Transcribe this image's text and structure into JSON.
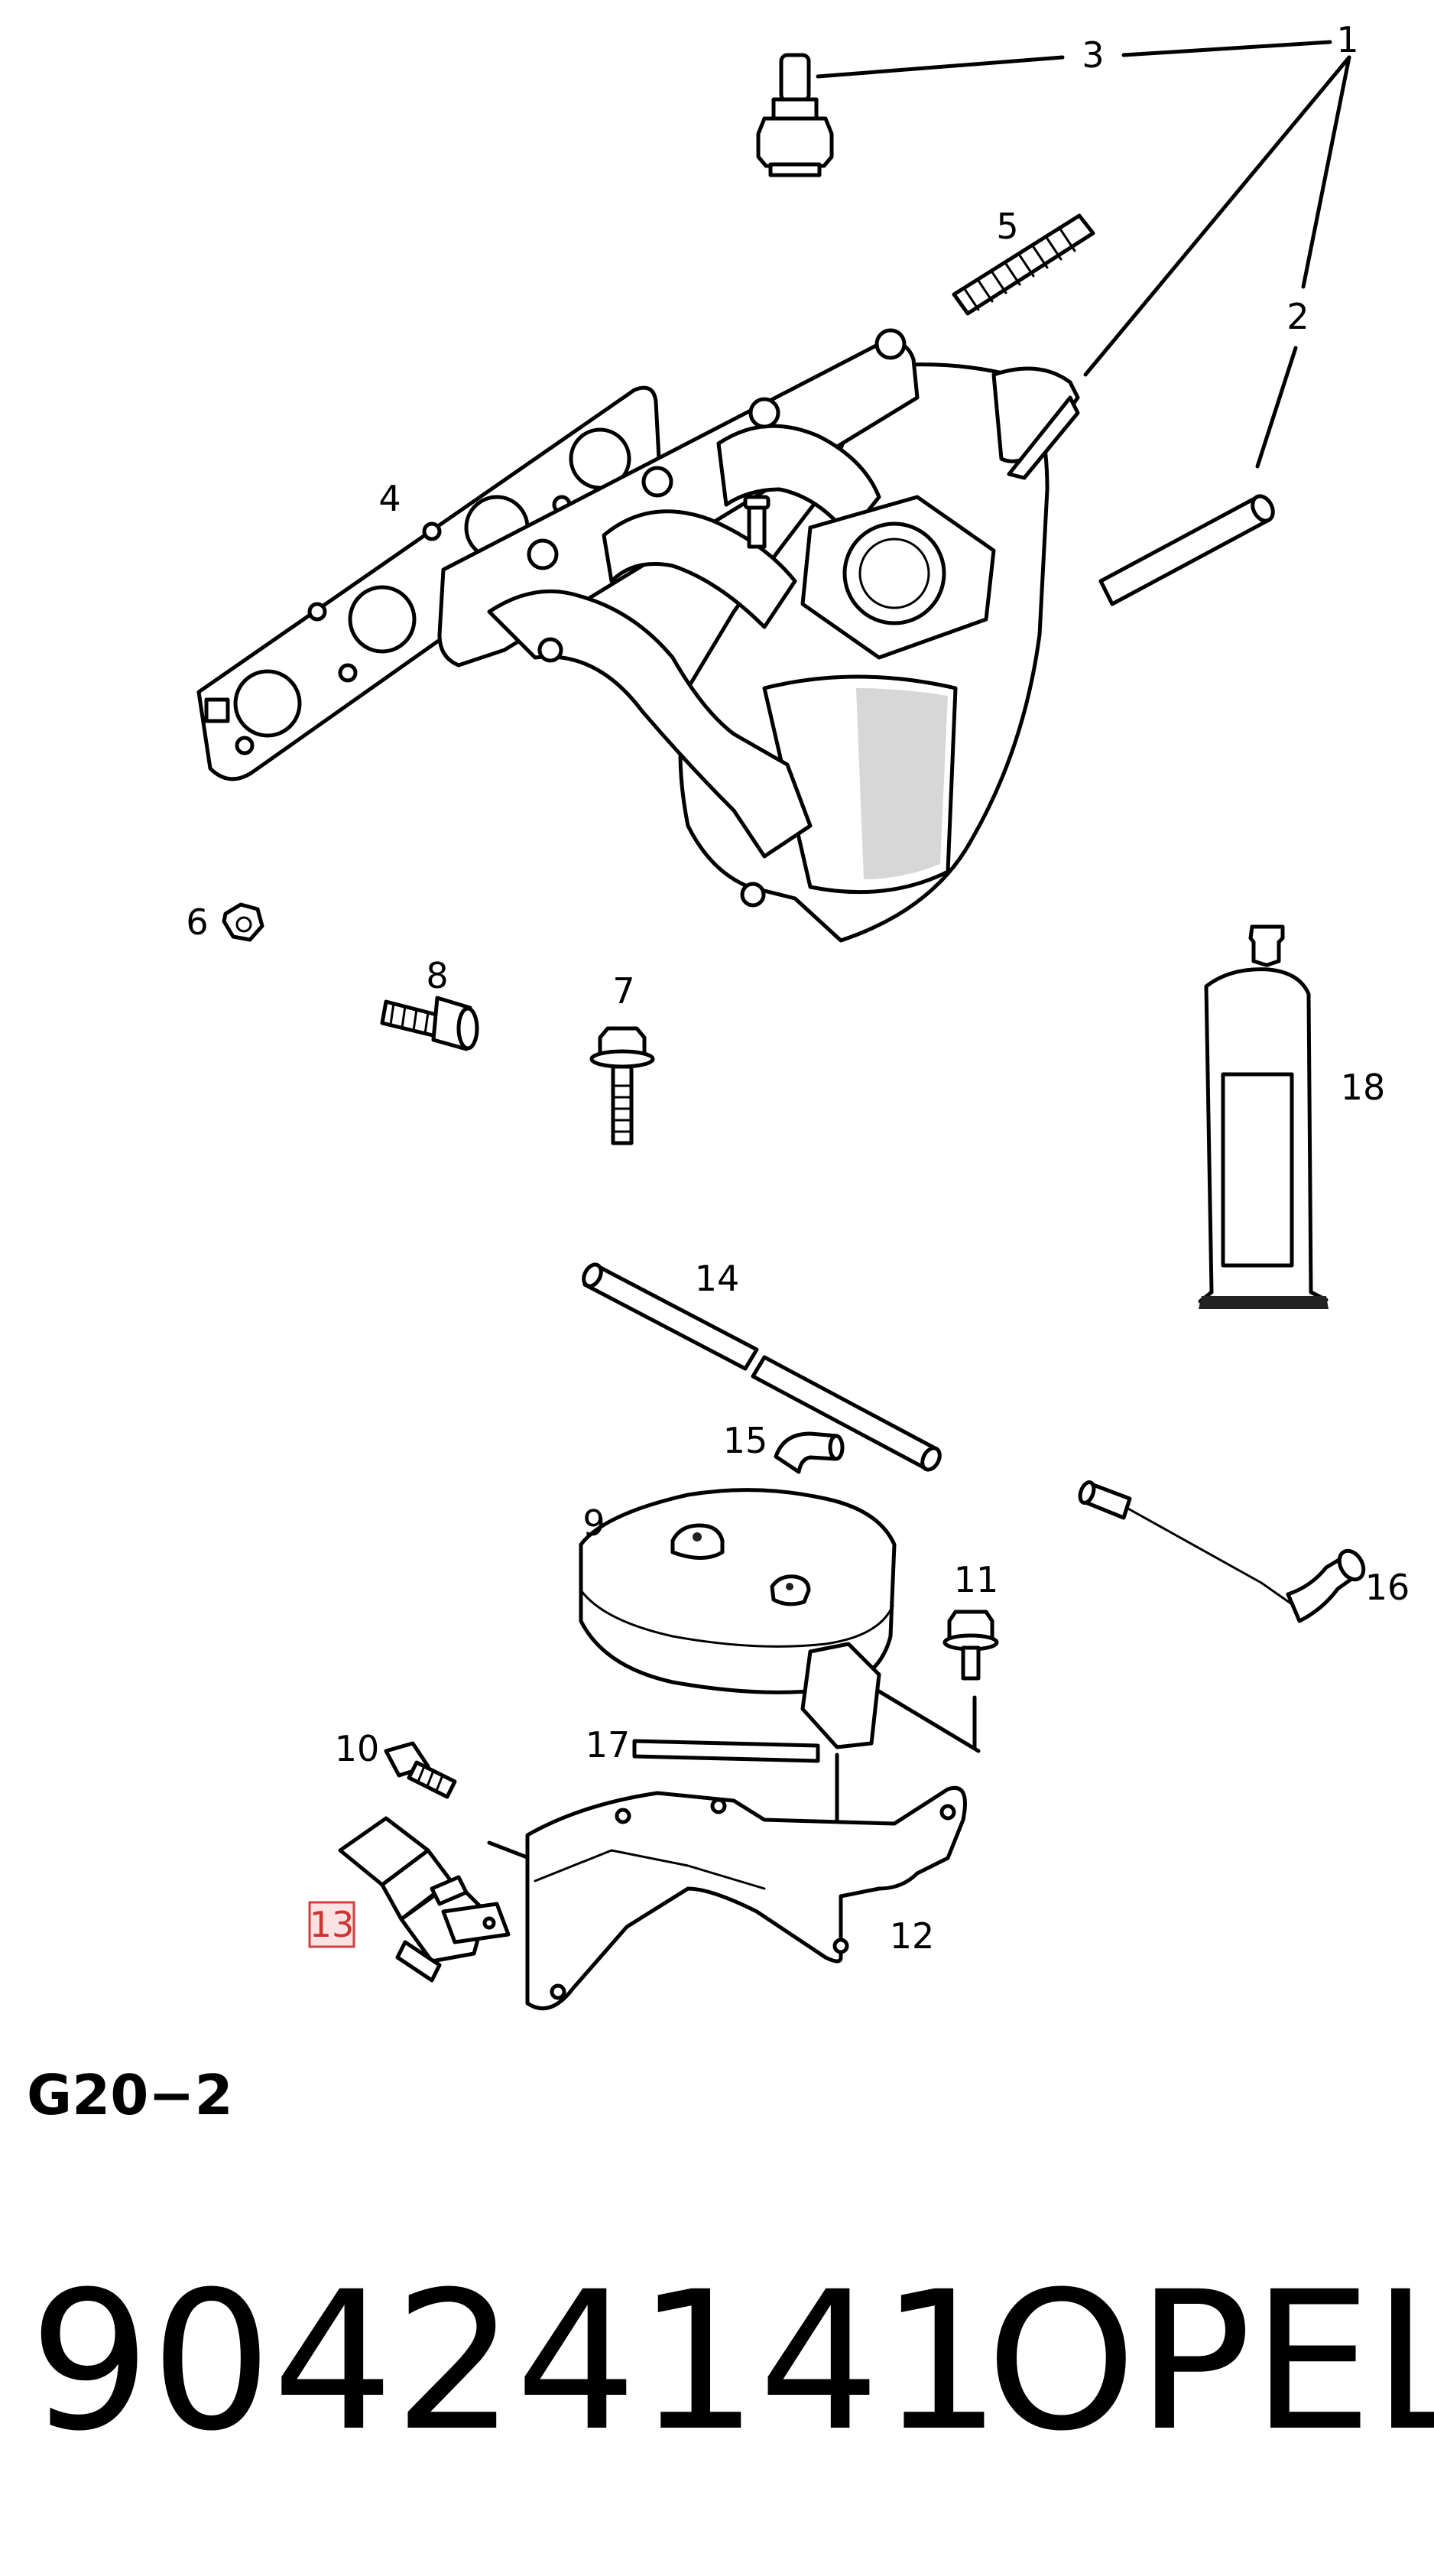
{
  "diagram": {
    "code": "G20−2",
    "callouts": {
      "c1": "1",
      "c2": "2",
      "c3": "3",
      "c4": "4",
      "c5": "5",
      "c6": "6",
      "c7": "7",
      "c8": "8",
      "c9": "9",
      "c10": "10",
      "c11": "11",
      "c12": "12",
      "c13": "13",
      "c14": "14",
      "c15": "15",
      "c16": "16",
      "c17": "17",
      "c18": "18"
    },
    "highlighted_callout": "13"
  },
  "footer": {
    "part_number": "90424141",
    "brand": "OPEL"
  }
}
